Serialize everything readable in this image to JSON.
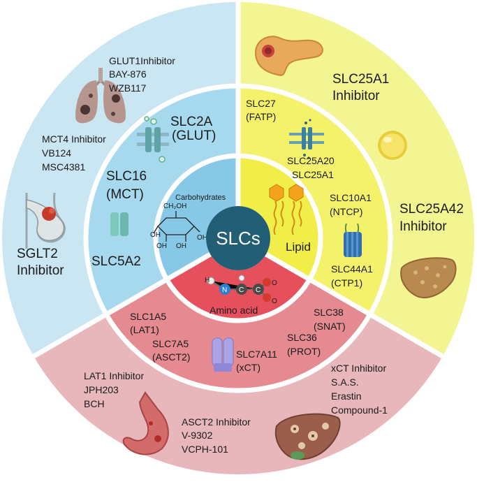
{
  "colors": {
    "blue_outer": "#c9e6f2",
    "blue_mid": "#a7d9ee",
    "blue_inner": "#87c8e6",
    "yellow_outer": "#f3f592",
    "yellow_mid": "#f4f26a",
    "yellow_inner": "#f2ee49",
    "red_outer": "#e7b7bb",
    "red_mid": "#e48a90",
    "red_inner": "#e6505c",
    "core": "#235e77"
  },
  "center": {
    "label": "SLCs"
  },
  "inner": {
    "carbohydrates": "Carbohydrates",
    "lipid": "Lipid",
    "amino_acid": "Amino acid",
    "molecule_atoms": {
      "ch2oh": "CH₂OH",
      "oh": "OH",
      "n": "N",
      "h": "H",
      "c": "C",
      "o": "O"
    }
  },
  "middle": {
    "slc2a": {
      "line1": "SLC2A",
      "line2": "(GLUT)"
    },
    "slc16": {
      "line1": "SLC16",
      "line2": "(MCT)"
    },
    "slc5a2": "SLC5A2",
    "slc27": {
      "line1": "SLC27",
      "line2": "(FATP)"
    },
    "slc25a20": {
      "line1": "SLC25A20",
      "line2": "SLC25A1"
    },
    "slc10a1": {
      "line1": "SLC10A1",
      "line2": "(NTCP)"
    },
    "slc44a1": {
      "line1": "SLC44A1",
      "line2": "(CTP1)"
    },
    "slc1a5": {
      "line1": "SLC1A5",
      "line2": "(LAT1)"
    },
    "slc7a5": {
      "line1": "SLC7A5",
      "line2": "(ASCT2)"
    },
    "slc7a11": {
      "line1": "SLC7A11",
      "line2": "(xCT)"
    },
    "slc38": {
      "line1": "SLC38",
      "line2": "(SNAT)"
    },
    "slc36": {
      "line1": "SLC36",
      "line2": "(PROT)"
    }
  },
  "outer": {
    "glut1": [
      "GLUT1Inhibitor",
      "BAY-876",
      "WZB117"
    ],
    "mct4": [
      "MCT4 Inhibitor",
      "VB124",
      "MSC4381"
    ],
    "sglt2": [
      "SGLT2",
      "Inhibitor"
    ],
    "slc25a1": [
      "SLC25A1",
      "Inhibitor"
    ],
    "slc25a42": [
      "SLC25A42",
      "Inhibitor"
    ],
    "lat1": [
      "LAT1 Inhibitor",
      "JPH203",
      "BCH"
    ],
    "asct2": [
      "ASCT2 Inhibitor",
      "V-9302",
      "VCPH-101"
    ],
    "xct": [
      "xCT Inhibitor",
      "S.A.S.",
      "Erastin",
      "Compound-1"
    ]
  }
}
